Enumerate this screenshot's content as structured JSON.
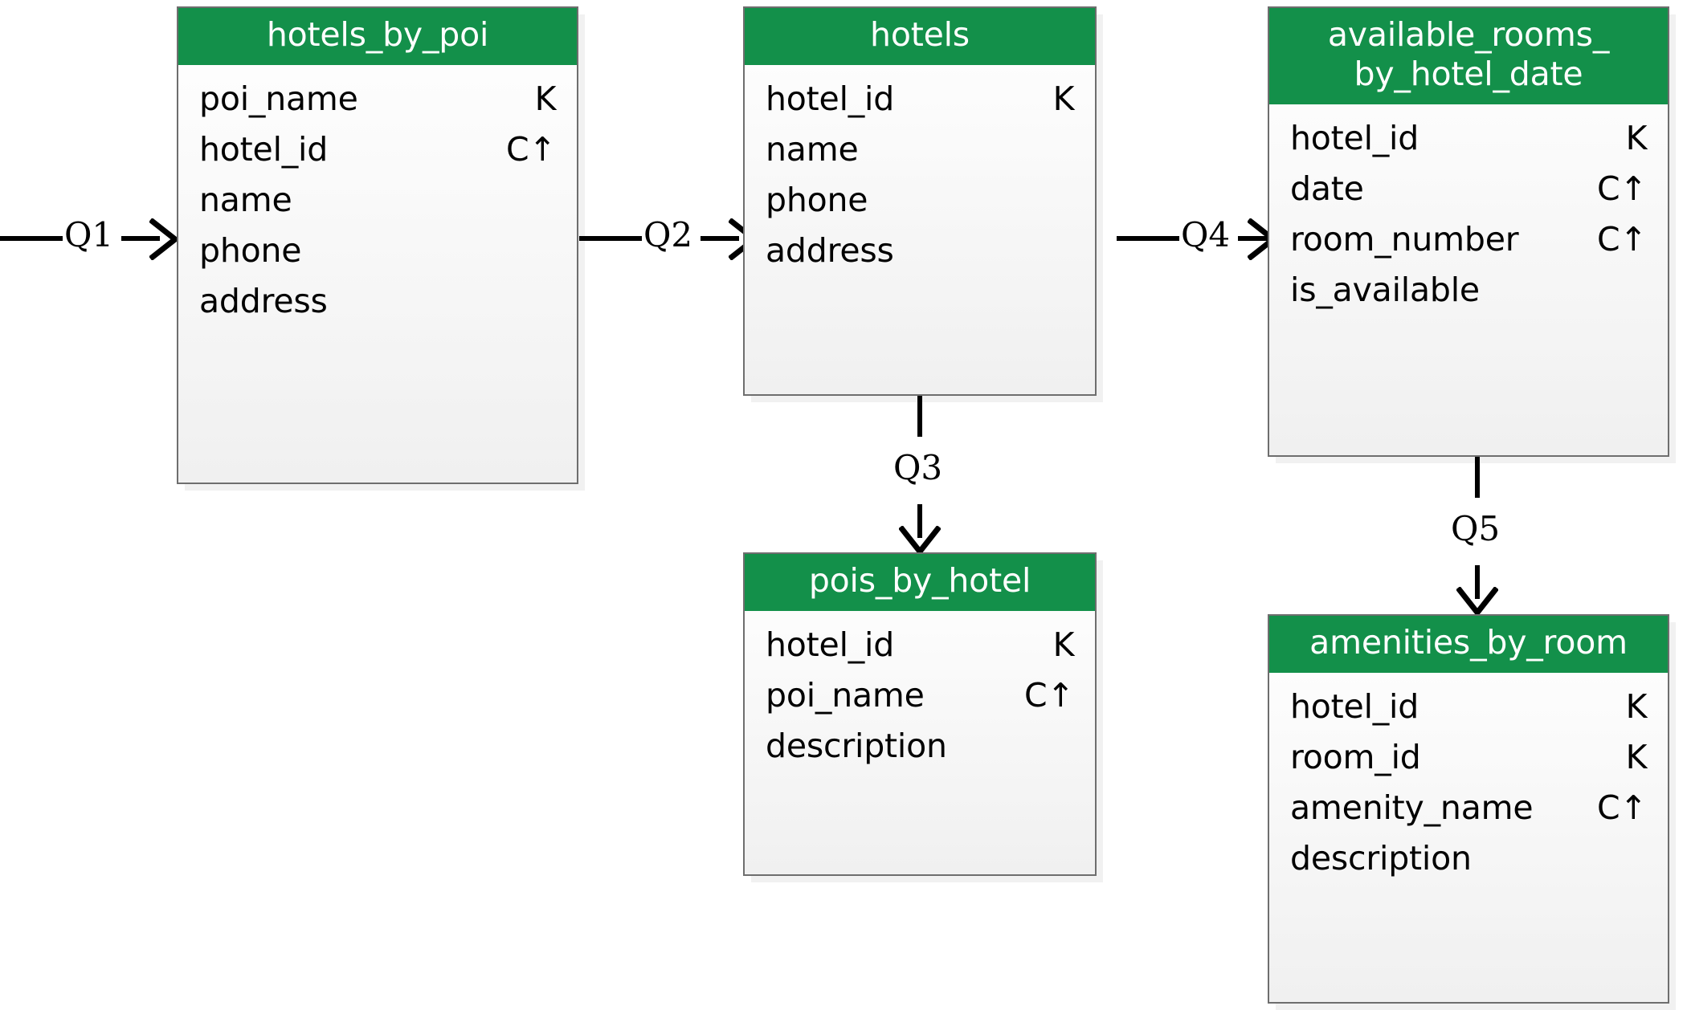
{
  "diagram": {
    "type": "cassandra-data-model-chebotko-diagram",
    "accent_color": "#13904a",
    "border_color": "#6e6e6e",
    "key_marker": "K",
    "clustering_marker_asc": "C↑"
  },
  "tables": [
    {
      "id": "hotels_by_poi",
      "title": "hotels_by_poi",
      "columns": [
        {
          "name": "poi_name",
          "marker": "K"
        },
        {
          "name": "hotel_id",
          "marker": "C↑"
        },
        {
          "name": "name",
          "marker": ""
        },
        {
          "name": "phone",
          "marker": ""
        },
        {
          "name": "address",
          "marker": ""
        }
      ]
    },
    {
      "id": "hotels",
      "title": "hotels",
      "columns": [
        {
          "name": "hotel_id",
          "marker": "K"
        },
        {
          "name": "name",
          "marker": ""
        },
        {
          "name": "phone",
          "marker": ""
        },
        {
          "name": "address",
          "marker": ""
        }
      ]
    },
    {
      "id": "available_rooms_by_hotel_date",
      "title": "available_rooms_\nby_hotel_date",
      "columns": [
        {
          "name": "hotel_id",
          "marker": "K"
        },
        {
          "name": "date",
          "marker": "C↑"
        },
        {
          "name": "room_number",
          "marker": "C↑"
        },
        {
          "name": "is_available",
          "marker": ""
        }
      ]
    },
    {
      "id": "pois_by_hotel",
      "title": "pois_by_hotel",
      "columns": [
        {
          "name": "hotel_id",
          "marker": "K"
        },
        {
          "name": "poi_name",
          "marker": "C↑"
        },
        {
          "name": "description",
          "marker": ""
        }
      ]
    },
    {
      "id": "amenities_by_room",
      "title": "amenities_by_room",
      "columns": [
        {
          "name": "hotel_id",
          "marker": "K"
        },
        {
          "name": "room_id",
          "marker": "K"
        },
        {
          "name": "amenity_name",
          "marker": "C↑"
        },
        {
          "name": "description",
          "marker": ""
        }
      ]
    }
  ],
  "connectors": [
    {
      "id": "q1",
      "label": "Q1",
      "from": "",
      "to": "hotels_by_poi",
      "direction": "right"
    },
    {
      "id": "q2",
      "label": "Q2",
      "from": "hotels_by_poi",
      "to": "hotels",
      "direction": "right"
    },
    {
      "id": "q4",
      "label": "Q4",
      "from": "hotels",
      "to": "available_rooms_by_hotel_date",
      "direction": "right"
    },
    {
      "id": "q3",
      "label": "Q3",
      "from": "hotels",
      "to": "pois_by_hotel",
      "direction": "down"
    },
    {
      "id": "q5",
      "label": "Q5",
      "from": "available_rooms_by_hotel_date",
      "to": "amenities_by_room",
      "direction": "down"
    }
  ]
}
